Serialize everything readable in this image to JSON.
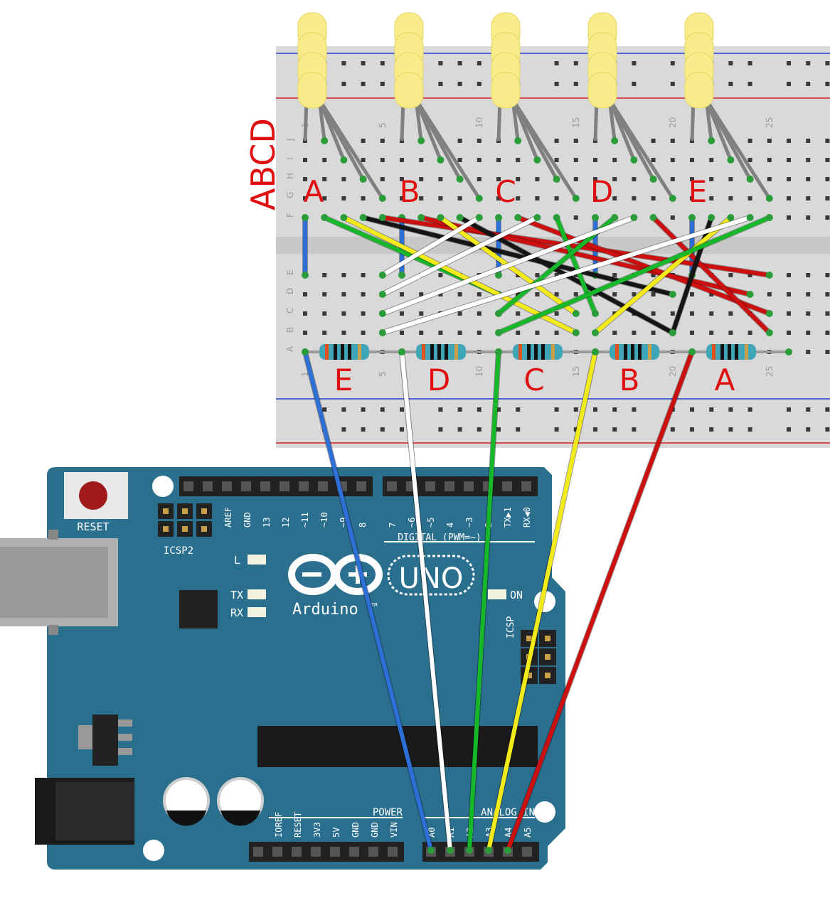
{
  "breadboard": {
    "column_numbers": [
      "1",
      "5",
      "10",
      "15",
      "20",
      "25"
    ],
    "row_letters_top": [
      "J",
      "I",
      "H",
      "G",
      "F"
    ],
    "row_letters_bottom": [
      "E",
      "D",
      "C",
      "B",
      "A"
    ]
  },
  "annotations": {
    "side_label": "ABCD",
    "led_labels": [
      "A",
      "B",
      "C",
      "D",
      "E"
    ],
    "resistor_labels": [
      "E",
      "D",
      "C",
      "B",
      "A"
    ]
  },
  "arduino": {
    "reset_label": "RESET",
    "icsp2_label": "ICSP2",
    "icsp_label": "ICSP",
    "digital_pins": [
      "AREF",
      "GND",
      "13",
      "12",
      "~11",
      "~10",
      "~9",
      "8",
      "7",
      "~6",
      "~5",
      "4",
      "~3",
      "2",
      "TX▶1",
      "RX◀0"
    ],
    "digital_header_label": "DIGITAL (PWM=~)",
    "led_l": "L",
    "led_tx": "TX",
    "led_rx": "RX",
    "led_on": "ON",
    "brand": "Arduino",
    "trademark": "TM",
    "model": "UNO",
    "power_label": "POWER",
    "analog_label": "ANALOG IN",
    "power_pins": [
      "IOREF",
      "RESET",
      "3V3",
      "5V",
      "GND",
      "GND",
      "VIN"
    ],
    "analog_pins": [
      "A0",
      "A1",
      "A2",
      "A3",
      "A4",
      "A5"
    ]
  },
  "colors": {
    "board_blue": "#2b6f8f",
    "breadboard": "#d9d9d9",
    "label_red": "#e01010",
    "wire_blue": "#2e6fd6",
    "wire_white": "#ffffff",
    "wire_green": "#16b82a",
    "wire_yellow": "#f3ea1a",
    "wire_red": "#cc1010",
    "wire_black": "#151515",
    "led_yellow": "#f8ec8a"
  }
}
